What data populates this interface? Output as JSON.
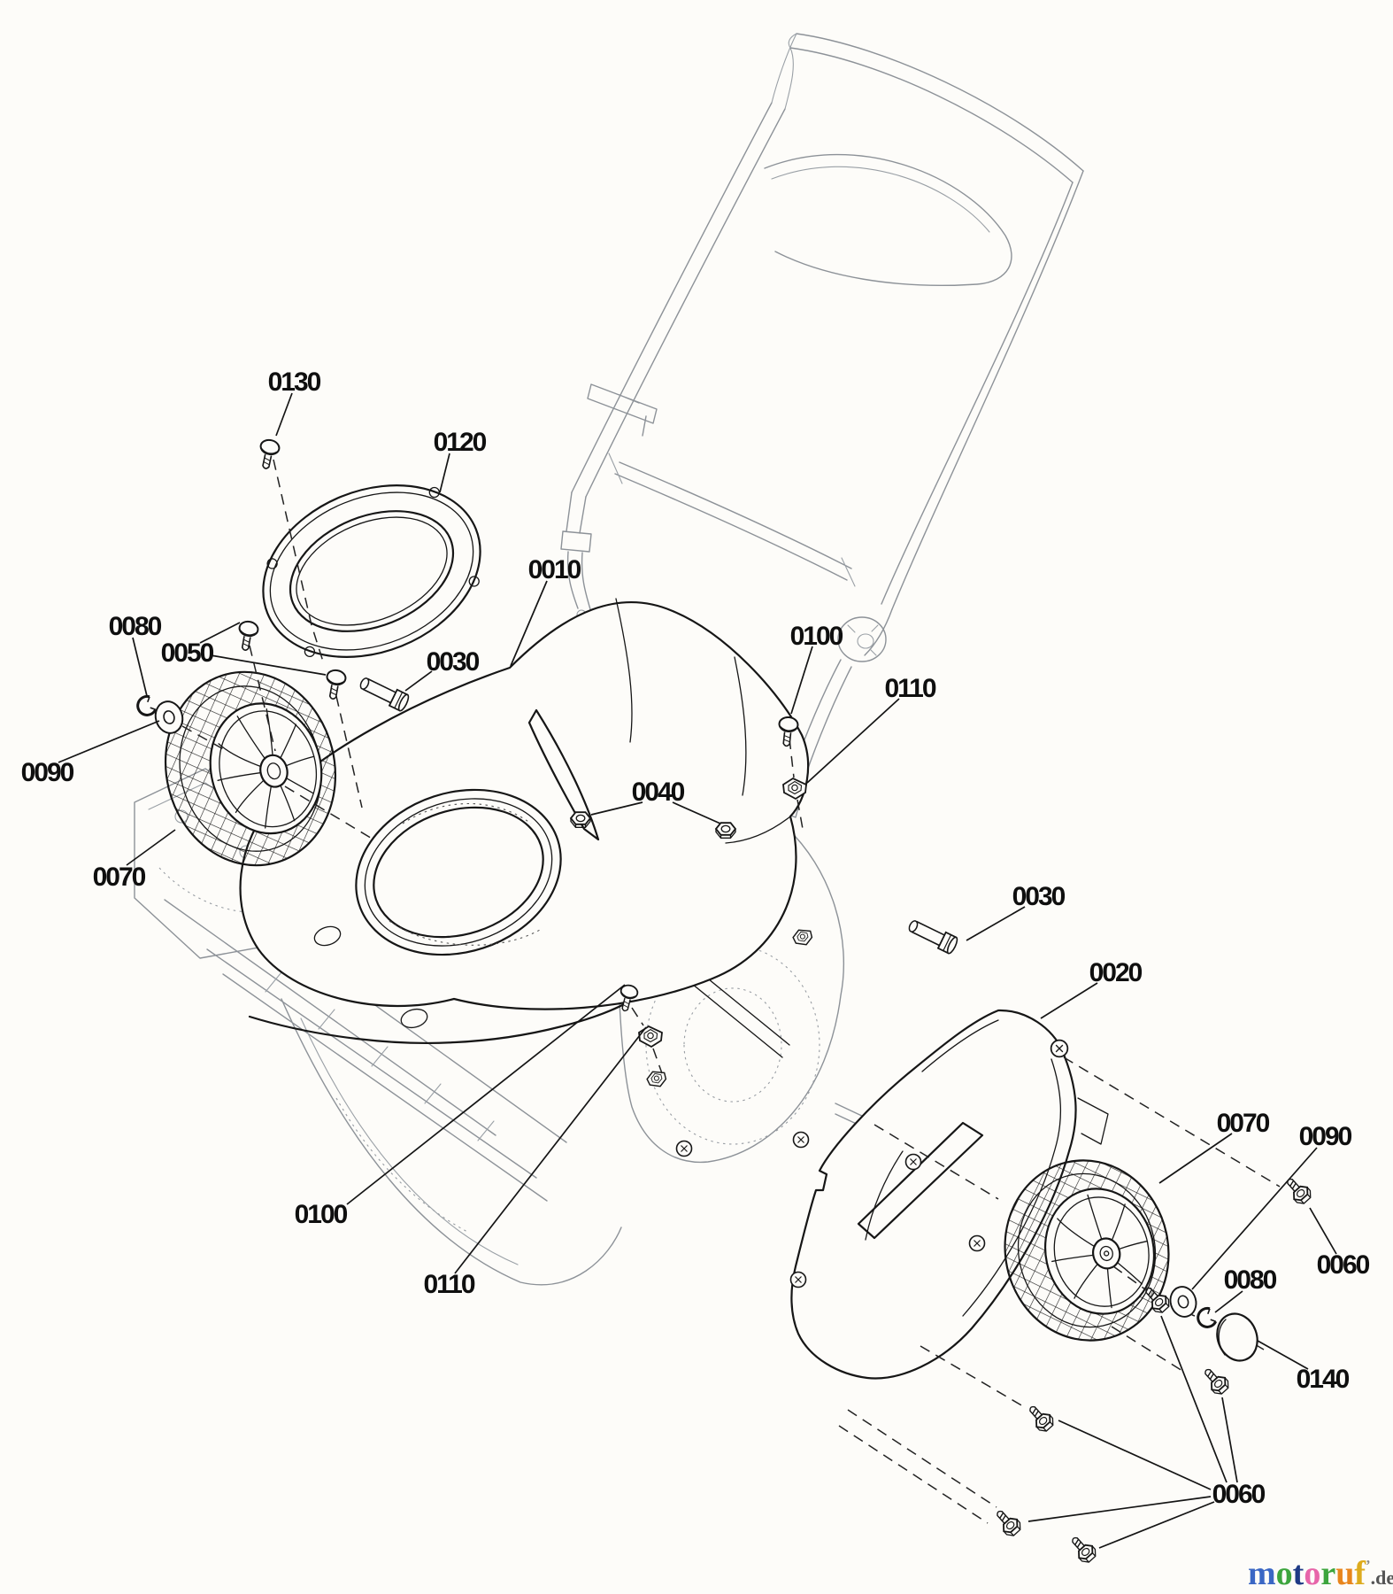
{
  "page": {
    "background": "#fdfcf9"
  },
  "colors": {
    "ink": "#161616",
    "frame_gray": "#8d9298",
    "hidden_line_gray": "#989da3",
    "label_ink": "#0f0f0f"
  },
  "diagram": {
    "callouts": [
      {
        "id": "0130-screw",
        "text": "0130"
      },
      {
        "id": "0120-ring",
        "text": "0120"
      },
      {
        "id": "0010-cover",
        "text": "0010"
      },
      {
        "id": "0080-left-clip",
        "text": "0080"
      },
      {
        "id": "0050-screws",
        "text": "0050"
      },
      {
        "id": "0030-left-bolt",
        "text": "0030"
      },
      {
        "id": "0100-top-screw",
        "text": "0100"
      },
      {
        "id": "0110-top-nut",
        "text": "0110"
      },
      {
        "id": "0040-nuts",
        "text": "0040"
      },
      {
        "id": "0090-left-washer",
        "text": "0090"
      },
      {
        "id": "0070-left-wheel",
        "text": "0070"
      },
      {
        "id": "0030-right-bolt",
        "text": "0030"
      },
      {
        "id": "0020-belt-cover",
        "text": "0020"
      },
      {
        "id": "0070-right-wheel",
        "text": "0070"
      },
      {
        "id": "0090-right-washer",
        "text": "0090"
      },
      {
        "id": "0060-right-screw",
        "text": "0060"
      },
      {
        "id": "0080-right-clip",
        "text": "0080"
      },
      {
        "id": "0100-bottom-screw",
        "text": "0100"
      },
      {
        "id": "0110-bottom-nut",
        "text": "0110"
      },
      {
        "id": "0140-hub-cap",
        "text": "0140"
      },
      {
        "id": "0060-bottom-screws",
        "text": "0060"
      }
    ],
    "watermark": {
      "letters": [
        {
          "ch": "m",
          "color": "#3b67c4"
        },
        {
          "ch": "o",
          "color": "#3da53d"
        },
        {
          "ch": "t",
          "color": "#1e3a85"
        },
        {
          "ch": "o",
          "color": "#e765a9"
        },
        {
          "ch": "r",
          "color": "#3da53d"
        },
        {
          "ch": "u",
          "color": "#e8851c"
        },
        {
          "ch": "f",
          "color": "#ddab1d"
        }
      ],
      "mark": "’",
      "mark_color": "#8a8a8a",
      "suffix": ".de",
      "suffix_color": "#555555"
    }
  }
}
